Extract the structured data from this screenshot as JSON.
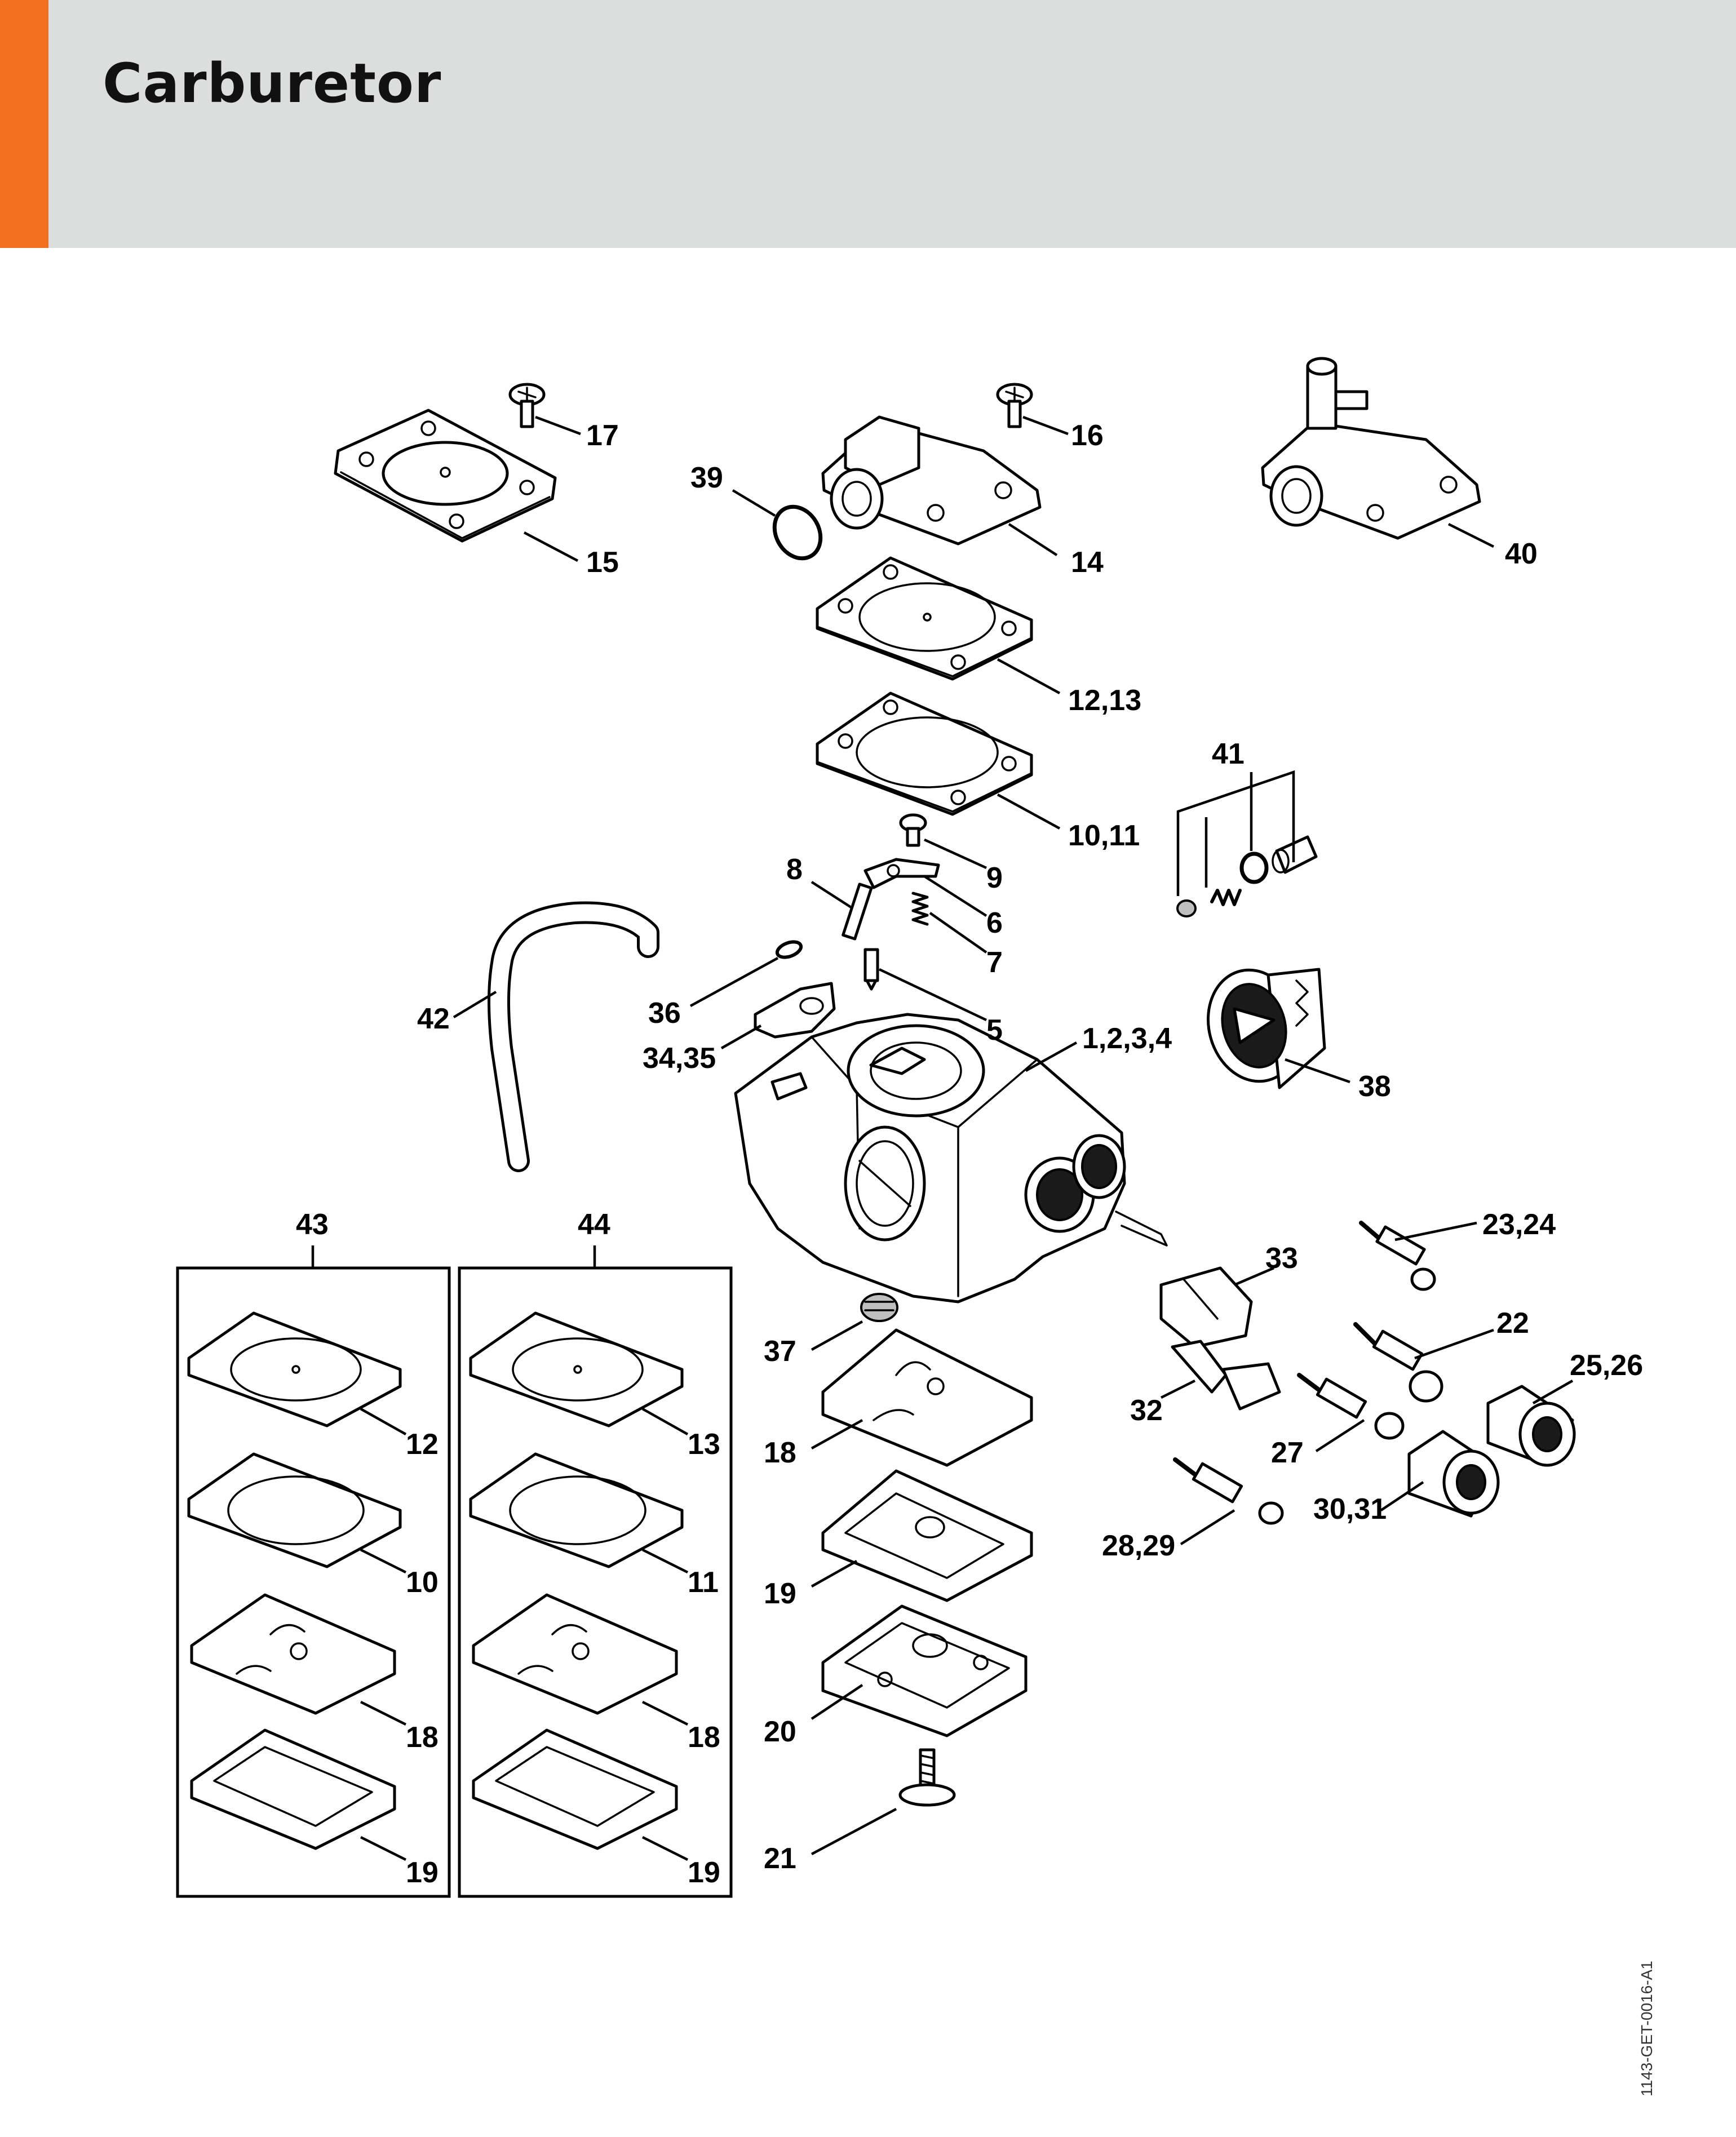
{
  "header": {
    "title": "Carburetor",
    "accent_color": "#f37021",
    "background_color": "#dcdddd"
  },
  "callouts": {
    "c1_4": "1,2,3,4",
    "c5": "5",
    "c6": "6",
    "c7": "7",
    "c8": "8",
    "c9": "9",
    "c10_11": "10,11",
    "c12_13": "12,13",
    "c14": "14",
    "c15": "15",
    "c16": "16",
    "c17": "17",
    "c18": "18",
    "c19": "19",
    "c20": "20",
    "c21": "21",
    "c22": "22",
    "c23_24": "23,24",
    "c25_26": "25,26",
    "c27": "27",
    "c28_29": "28,29",
    "c30_31": "30,31",
    "c32": "32",
    "c33": "33",
    "c34_35": "34,35",
    "c36": "36",
    "c37": "37",
    "c38": "38",
    "c39": "39",
    "c40": "40",
    "c41": "41",
    "c42": "42"
  },
  "kits": [
    {
      "label": "43",
      "items": [
        "12",
        "10",
        "18",
        "19"
      ]
    },
    {
      "label": "44",
      "items": [
        "13",
        "11",
        "18",
        "19"
      ]
    }
  ],
  "document_code": "1143-GET-0016-A1"
}
